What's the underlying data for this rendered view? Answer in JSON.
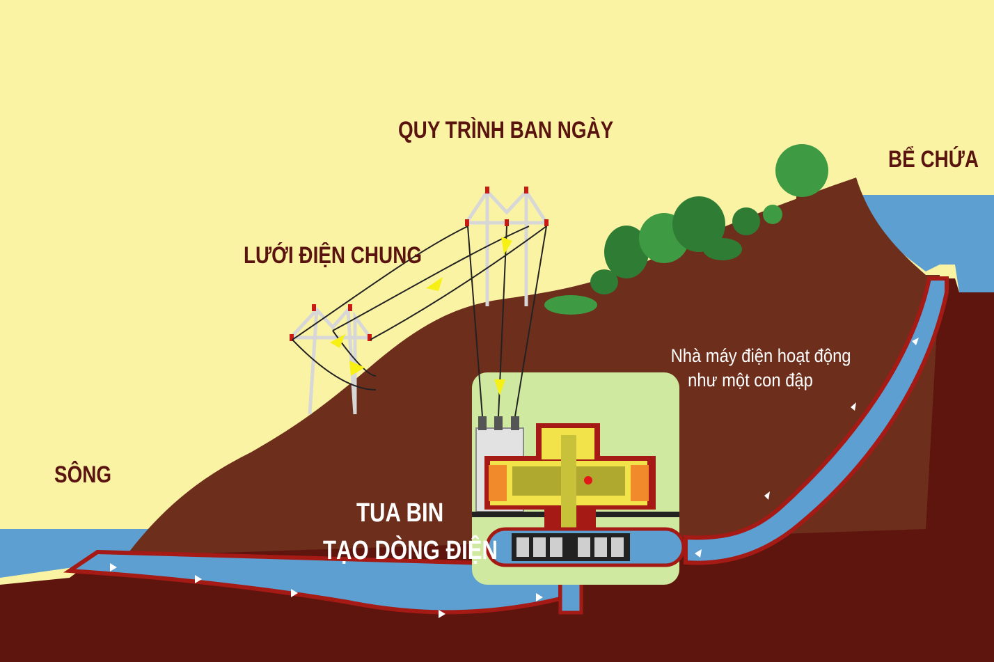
{
  "labels": {
    "day_process": "QUY TRÌNH BAN NGÀY",
    "grid": "LƯỚI ĐIỆN CHUNG",
    "reservoir": "BỂ CHỨA",
    "river": "SÔNG",
    "turbine_line1": "TUA BIN",
    "turbine_line2": "TẠO DÒNG ĐIỆN",
    "plant_note_line1": "Nhà máy điện hoạt động",
    "plant_note_line2": "như một con đập"
  },
  "colors": {
    "sky": "#fbf3a4",
    "earth": "#6e2e1c",
    "earth_dark": "#5e150e",
    "water": "#5c9fd0",
    "plant_room": "#cfeaa0",
    "generator": "#f2e34a",
    "tree": "#3f9b43"
  }
}
